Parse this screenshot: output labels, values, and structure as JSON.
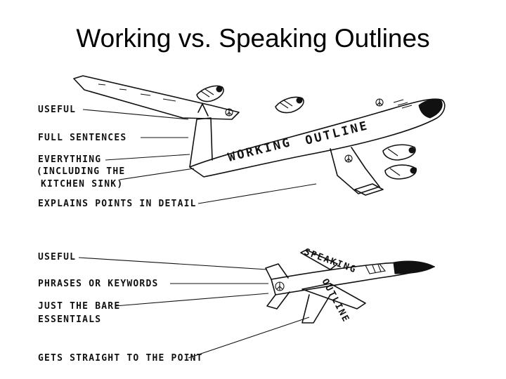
{
  "title": "Working vs. Speaking Outlines",
  "working": {
    "plane_label": "WORKING OUTLINE",
    "plane_word1": "WORKING",
    "plane_word2": "OUTLINE",
    "labels": [
      "USEFUL",
      "FULL SENTENCES",
      "EVERYTHING",
      "(INCLUDING THE",
      "KITCHEN SINK)",
      "EXPLAINS POINTS IN DETAIL"
    ]
  },
  "speaking": {
    "plane_word1": "SPEAKING",
    "plane_word2": "OUTLINE",
    "labels": [
      "USEFUL",
      "PHRASES OR KEYWORDS",
      "JUST THE BARE",
      "ESSENTIALS",
      "GETS STRAIGHT TO THE POINT"
    ]
  }
}
